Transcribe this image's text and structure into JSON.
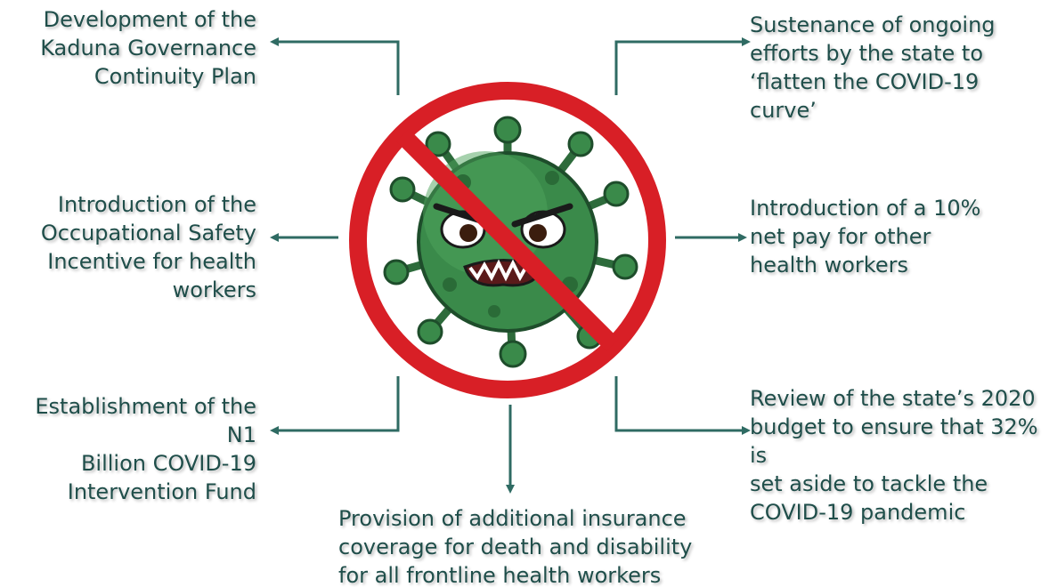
{
  "colors": {
    "arrow": "#2f6b63",
    "text": "#1f4e4a",
    "sign_red": "#d81f26",
    "virus_green": "#3a8a4a"
  },
  "center_icon": "no-coronavirus-icon",
  "items": {
    "top_left": "Development of the\nKaduna Governance\nContinuity Plan",
    "mid_left": "Introduction of the\nOccupational Safety\nIncentive for health\nworkers",
    "bottom_left": "Establishment of the N1\nBillion COVID-19\nIntervention Fund",
    "bottom_center": "Provision of additional insurance\ncoverage for death and disability\nfor all frontline health workers",
    "top_right": "Sustenance of ongoing\nefforts by the state to\n‘flatten the COVID-19\ncurve’",
    "mid_right": "Introduction of a 10%\nnet pay for other\nhealth workers",
    "bottom_right": "Review of the state’s 2020\nbudget to ensure that 32% is\nset aside to tackle the\nCOVID-19 pandemic"
  }
}
